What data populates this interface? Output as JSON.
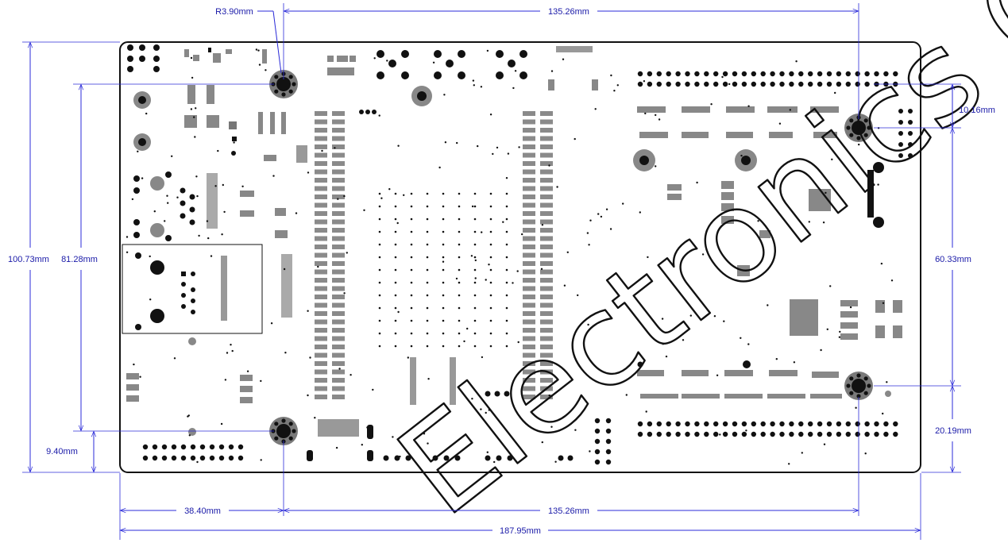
{
  "title": "",
  "board": {
    "outline_color": "#111111",
    "component_color": "#8a8a8a",
    "pad_color": "#111111"
  },
  "watermark": {
    "text": "Electronics Co.,",
    "color": "#111111"
  },
  "dimension_color": "#2b2bd8",
  "dimensions": {
    "radius": "R3.90mm",
    "top_hole_spacing": "135.26mm",
    "bottom_hole_spacing": "135.26mm",
    "left_edge_to_hole": "38.40mm",
    "total_width": "187.95mm",
    "total_height": "100.73mm",
    "left_hole_vertical": "81.28mm",
    "bottom_edge_to_hole": "9.40mm",
    "right_top_offset": "10.16mm",
    "right_hole_vertical": "60.33mm",
    "right_bottom_offset": "20.19mm"
  }
}
